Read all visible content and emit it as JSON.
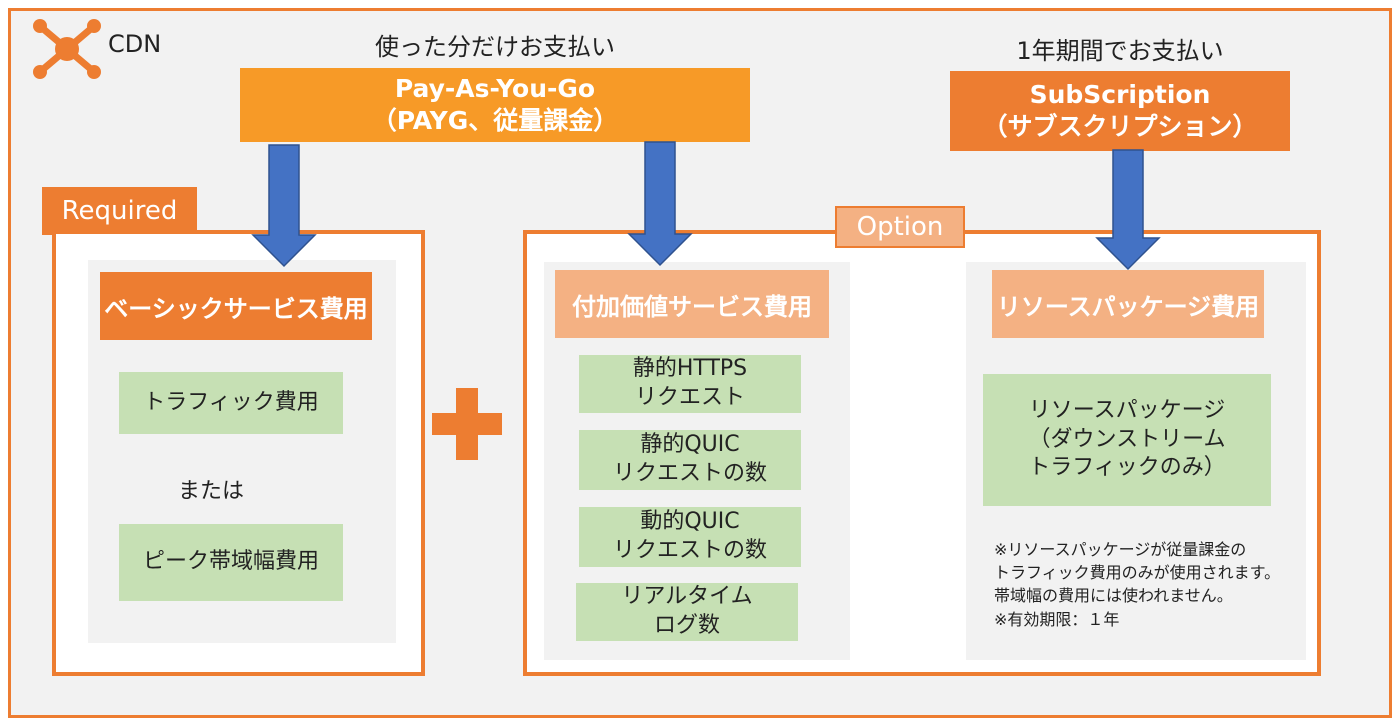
{
  "brand": {
    "name": "CDN",
    "icon": "network-hub-icon"
  },
  "payg": {
    "caption": "使った分だけお支払い",
    "title": "Pay-As-You-Go\n（PAYG、従量課金）"
  },
  "subscription": {
    "caption": "1年期間でお支払い",
    "title": "SubScription\n（サブスクリプション）"
  },
  "required": {
    "tag": "Required",
    "category": "ベーシックサービス費用",
    "items": [
      "トラフィック費用",
      "ピーク帯域幅費用"
    ],
    "separator": "または"
  },
  "option": {
    "tag": "Option",
    "value_added": {
      "category": "付加価値サービス費用",
      "items": [
        "静的HTTPS\nリクエスト",
        "静的QUIC\nリクエストの数",
        "動的QUIC\nリクエストの数",
        "リアルタイム\nログ数"
      ]
    },
    "resource": {
      "category": "リソースパッケージ費用",
      "item": "リソースパッケージ\n（ダウンストリーム\nトラフィックのみ）",
      "note": "※リソースパッケージが従量課金の\nトラフィック費用のみが使用されます。\n帯域幅の費用には使われません。\n※有効期限：１年"
    }
  },
  "colors": {
    "accent": "#ed7d31",
    "accent_light": "#f4b183",
    "payg": "#f79a27",
    "arrow": "#4472c4",
    "item": "#c6e0b4"
  }
}
